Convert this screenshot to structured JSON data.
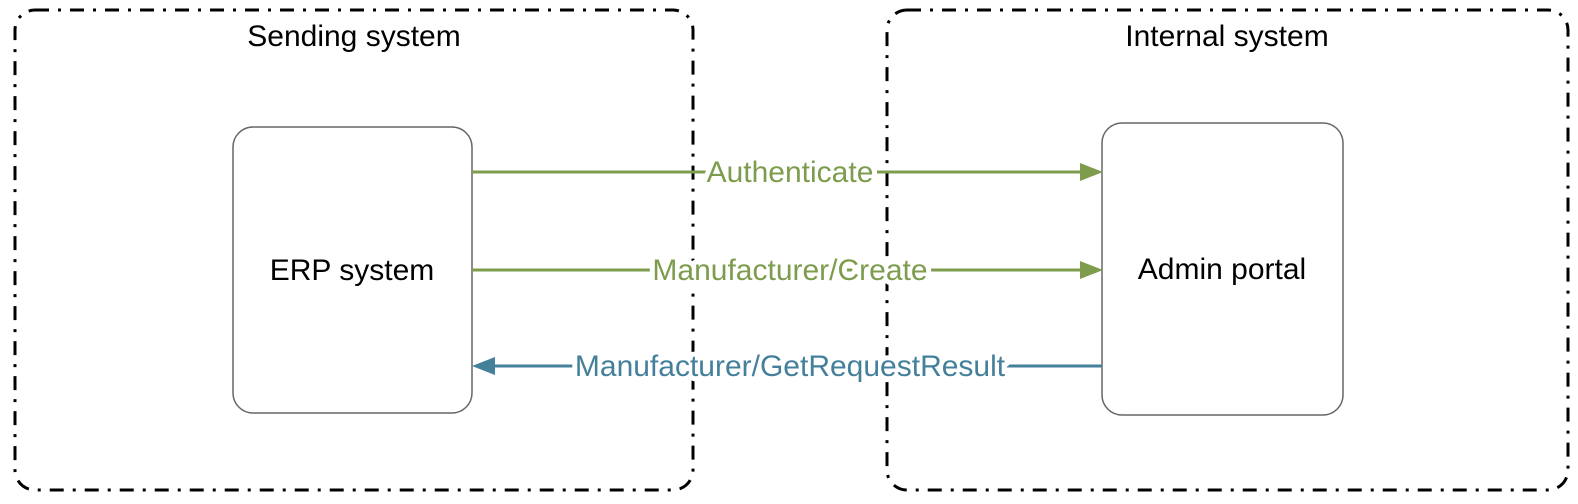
{
  "diagram": {
    "background_color": "#ffffff",
    "containers": [
      {
        "title": "Sending system",
        "border_color": "#000000",
        "border_style": "dash-dot"
      },
      {
        "title": "Internal system",
        "border_color": "#000000",
        "border_style": "dash-dot"
      }
    ],
    "nodes": [
      {
        "label": "ERP system",
        "container": "Sending system",
        "border_color": "#666666",
        "fill": "#ffffff"
      },
      {
        "label": "Admin portal",
        "container": "Internal system",
        "border_color": "#666666",
        "fill": "#ffffff"
      }
    ],
    "messages": [
      {
        "label": "Authenticate",
        "from": "ERP system",
        "to": "Admin portal",
        "direction": "right",
        "color": "#7d9c4d"
      },
      {
        "label": "Manufacturer/Create",
        "from": "ERP system",
        "to": "Admin portal",
        "direction": "right",
        "color": "#7d9c4d"
      },
      {
        "label": "Manufacturer/GetRequestResult",
        "from": "Admin portal",
        "to": "ERP system",
        "direction": "left",
        "color": "#45809b"
      }
    ]
  }
}
